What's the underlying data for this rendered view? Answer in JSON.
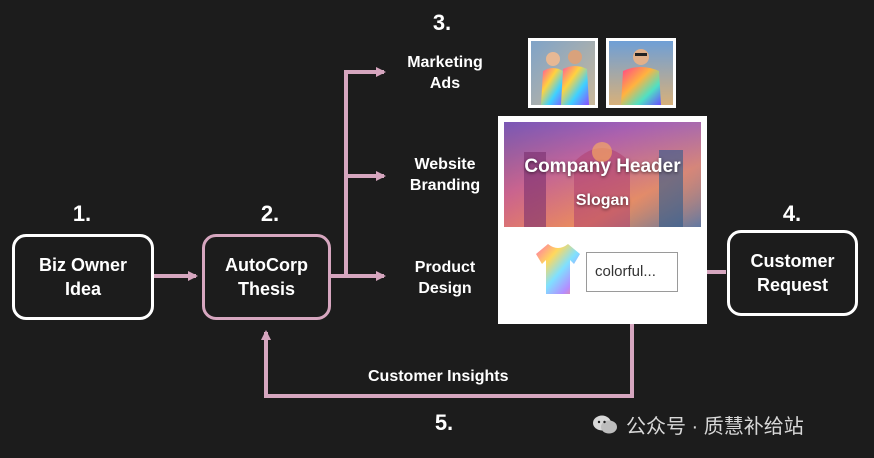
{
  "steps": {
    "one": "1.",
    "two": "2.",
    "three": "3.",
    "four": "4.",
    "five": "5."
  },
  "nodes": {
    "biz_owner": {
      "line1": "Biz Owner",
      "line2": "Idea"
    },
    "autocorp": {
      "line1": "AutoCorp",
      "line2": "Thesis"
    },
    "customer_request": {
      "line1": "Customer",
      "line2": "Request"
    }
  },
  "outputs": {
    "marketing": {
      "line1": "Marketing",
      "line2": "Ads"
    },
    "website": {
      "line1": "Website",
      "line2": "Branding"
    },
    "product": {
      "line1": "Product",
      "line2": "Design"
    }
  },
  "website_card": {
    "header": "Company Header",
    "slogan": "Slogan",
    "input_value": "colorful..."
  },
  "feedback_label": "Customer Insights",
  "watermark": "公众号 · 质慧补给站",
  "colors": {
    "background": "#1c1c1c",
    "node_border": "#ffffff",
    "accent_pink": "#d6a6bf"
  },
  "icons": [
    "tshirt-icon",
    "wechat-icon",
    "marketing-photo",
    "banner-image"
  ]
}
